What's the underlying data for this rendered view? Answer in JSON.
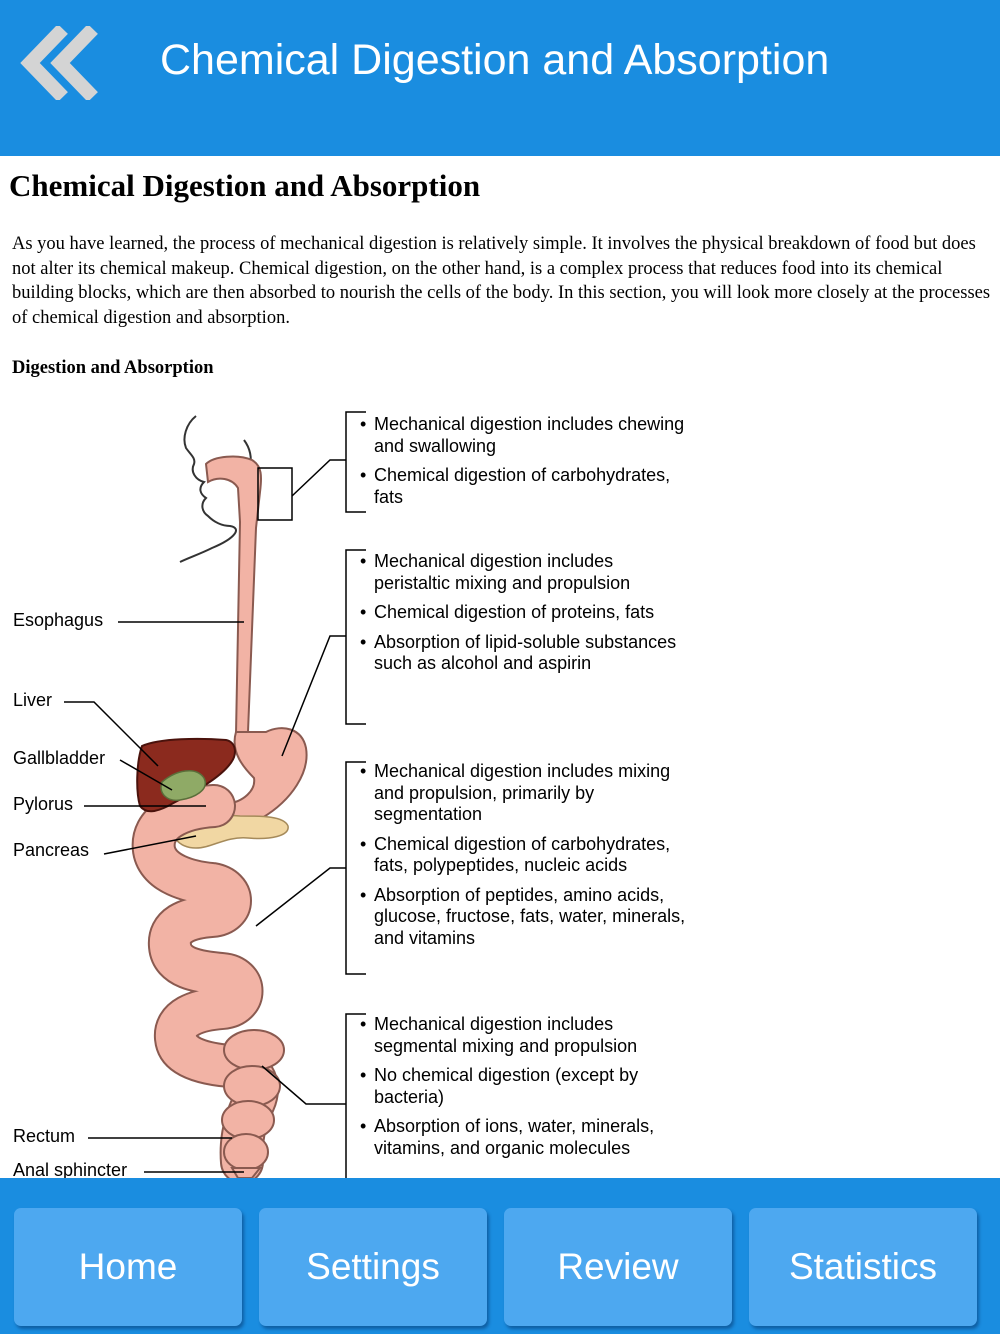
{
  "header": {
    "title": "Chemical Digestion and Absorption",
    "back_icon": "double-chevron-left-icon"
  },
  "article": {
    "title": "Chemical Digestion and Absorption",
    "intro": "As you have learned, the process of mechanical digestion is relatively simple. It involves the physical breakdown of food but does not alter its chemical makeup. Chemical digestion, on the other hand, is a complex process that reduces food into its chemical building blocks, which are then absorbed to nourish the cells of the body. In this section, you will look more closely at the processes of chemical digestion and absorption.",
    "figure_title": "Digestion and Absorption"
  },
  "figure": {
    "labels": {
      "esophagus": "Esophagus",
      "liver": "Liver",
      "gallbladder": "Gallbladder",
      "pylorus": "Pylorus",
      "pancreas": "Pancreas",
      "rectum": "Rectum",
      "anal_sphincter": "Anal sphincter"
    },
    "mouth_notes": [
      "Mechanical digestion includes chewing and swallowing",
      "Chemical digestion of carbohydrates, fats"
    ],
    "stomach_notes": [
      "Mechanical digestion includes peristaltic mixing and propulsion",
      "Chemical digestion of proteins, fats",
      "Absorption of lipid-soluble substances such as alcohol and aspirin"
    ],
    "small_intestine_notes": [
      "Mechanical digestion includes mixing and propulsion, primarily by segmentation",
      "Chemical digestion of carbohydrates, fats, polypeptides, nucleic acids",
      "Absorption of peptides, amino acids, glucose, fructose, fats, water, minerals, and vitamins"
    ],
    "large_intestine_notes": [
      "Mechanical digestion includes segmental mixing and propulsion",
      "No chemical digestion (except by bacteria)",
      "Absorption of ions, water, minerals, vitamins, and organic molecules"
    ],
    "colors": {
      "tract": "#f2b3a5",
      "tract_outline": "#8a5a50",
      "liver": "#8b2a1e",
      "gallbladder": "#8faa66",
      "pancreas": "#f1d7a3"
    }
  },
  "nav": {
    "home": "Home",
    "settings": "Settings",
    "review": "Review",
    "statistics": "Statistics"
  },
  "colors": {
    "bar": "#1a8de0",
    "button": "#4da8f0"
  }
}
